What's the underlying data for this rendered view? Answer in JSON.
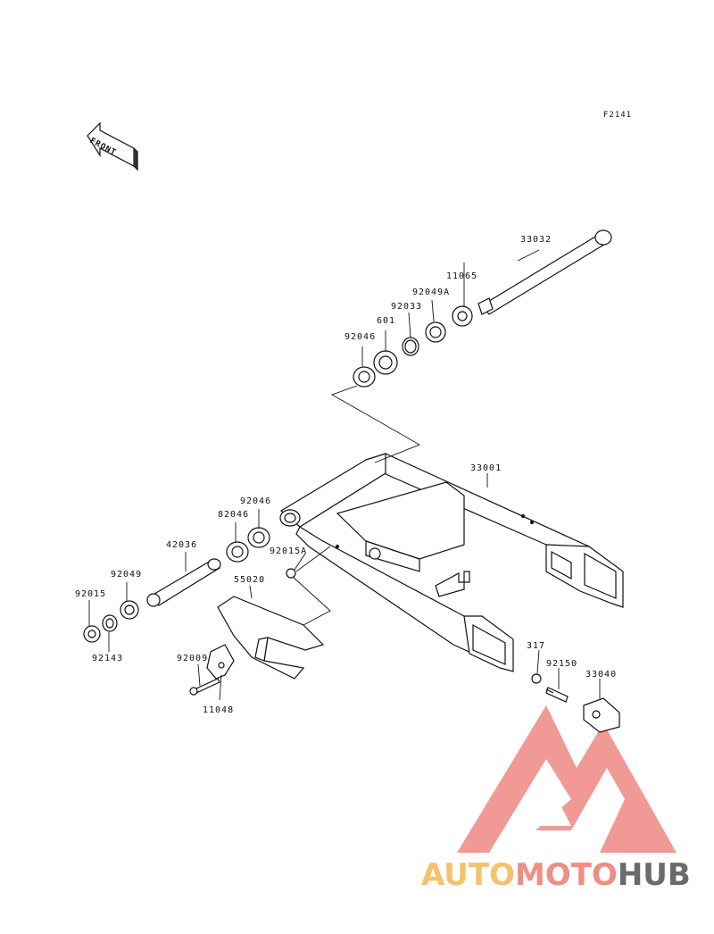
{
  "diagram_code": "F2141",
  "front_arrow_label": "FRONT",
  "parts": [
    {
      "id": "p33032",
      "label": "33032"
    },
    {
      "id": "p11065",
      "label": "11065"
    },
    {
      "id": "p92049A",
      "label": "92049A"
    },
    {
      "id": "p92033",
      "label": "92033"
    },
    {
      "id": "p601",
      "label": "601"
    },
    {
      "id": "p92046a",
      "label": "92046"
    },
    {
      "id": "p33001",
      "label": "33001"
    },
    {
      "id": "p92046b",
      "label": "92046"
    },
    {
      "id": "p92046c",
      "label": "82046"
    },
    {
      "id": "p42036",
      "label": "42036"
    },
    {
      "id": "p92015A",
      "label": "92015A"
    },
    {
      "id": "p92049",
      "label": "92049"
    },
    {
      "id": "p55020",
      "label": "55020"
    },
    {
      "id": "p92015",
      "label": "92015"
    },
    {
      "id": "p92143",
      "label": "92143"
    },
    {
      "id": "p92009",
      "label": "92009"
    },
    {
      "id": "p11048",
      "label": "11048"
    },
    {
      "id": "p317",
      "label": "317"
    },
    {
      "id": "p92150",
      "label": "92150"
    },
    {
      "id": "p33040",
      "label": "33040"
    }
  ],
  "watermark": {
    "word_1": "AUTO",
    "word_2": "MOTO",
    "word_3": "HUB",
    "color_1": "#f5c26b",
    "color_2": "#f08d84",
    "color_3": "#6b6b6b",
    "logo_color": "#ef8f8a"
  }
}
